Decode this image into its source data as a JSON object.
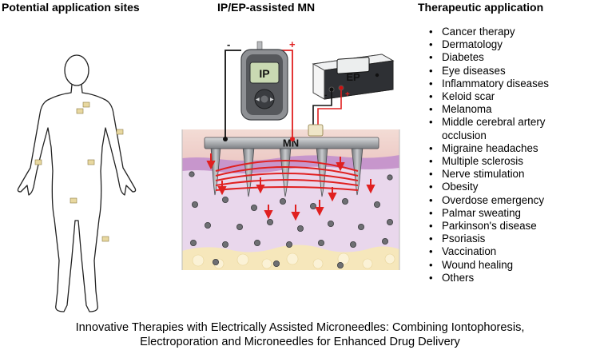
{
  "headers": {
    "sites": "Potential application sites",
    "mn": "IP/EP-assisted MN",
    "applications": "Therapeutic application"
  },
  "device": {
    "ip_label": "IP",
    "ep_label": "EP",
    "mn_label": "MN",
    "minus": "-",
    "plus": "+",
    "ep_minus": "-",
    "ep_plus": "+"
  },
  "applications": [
    "Cancer therapy",
    "Dermatology",
    "Diabetes",
    "Eye diseases",
    "Inflammatory diseases",
    "Keloid scar",
    "Melanoma",
    "Middle cerebral artery",
    "occlusion",
    "Migraine headaches",
    "Multiple sclerosis",
    "Nerve stimulation",
    "Obesity",
    "Overdose emergency",
    "Palmar sweating",
    "Parkinson's disease",
    "Psoriasis",
    "Vaccination",
    "Wound healing",
    "Others"
  ],
  "caption": {
    "line1": "Innovative Therapies with Electrically Assisted Microneedles: Combining Iontophoresis,",
    "line2": "Electroporation and Microneedles for Enhanced Drug Delivery"
  },
  "colors": {
    "wire_red": "#e02020",
    "wire_black": "#111111",
    "skin_top": "#f1d4cc",
    "skin_purple": "#c79ac8",
    "dermis": "#e8d6ea",
    "fat": "#f5e6b8",
    "patch": "#e8d8a0"
  }
}
